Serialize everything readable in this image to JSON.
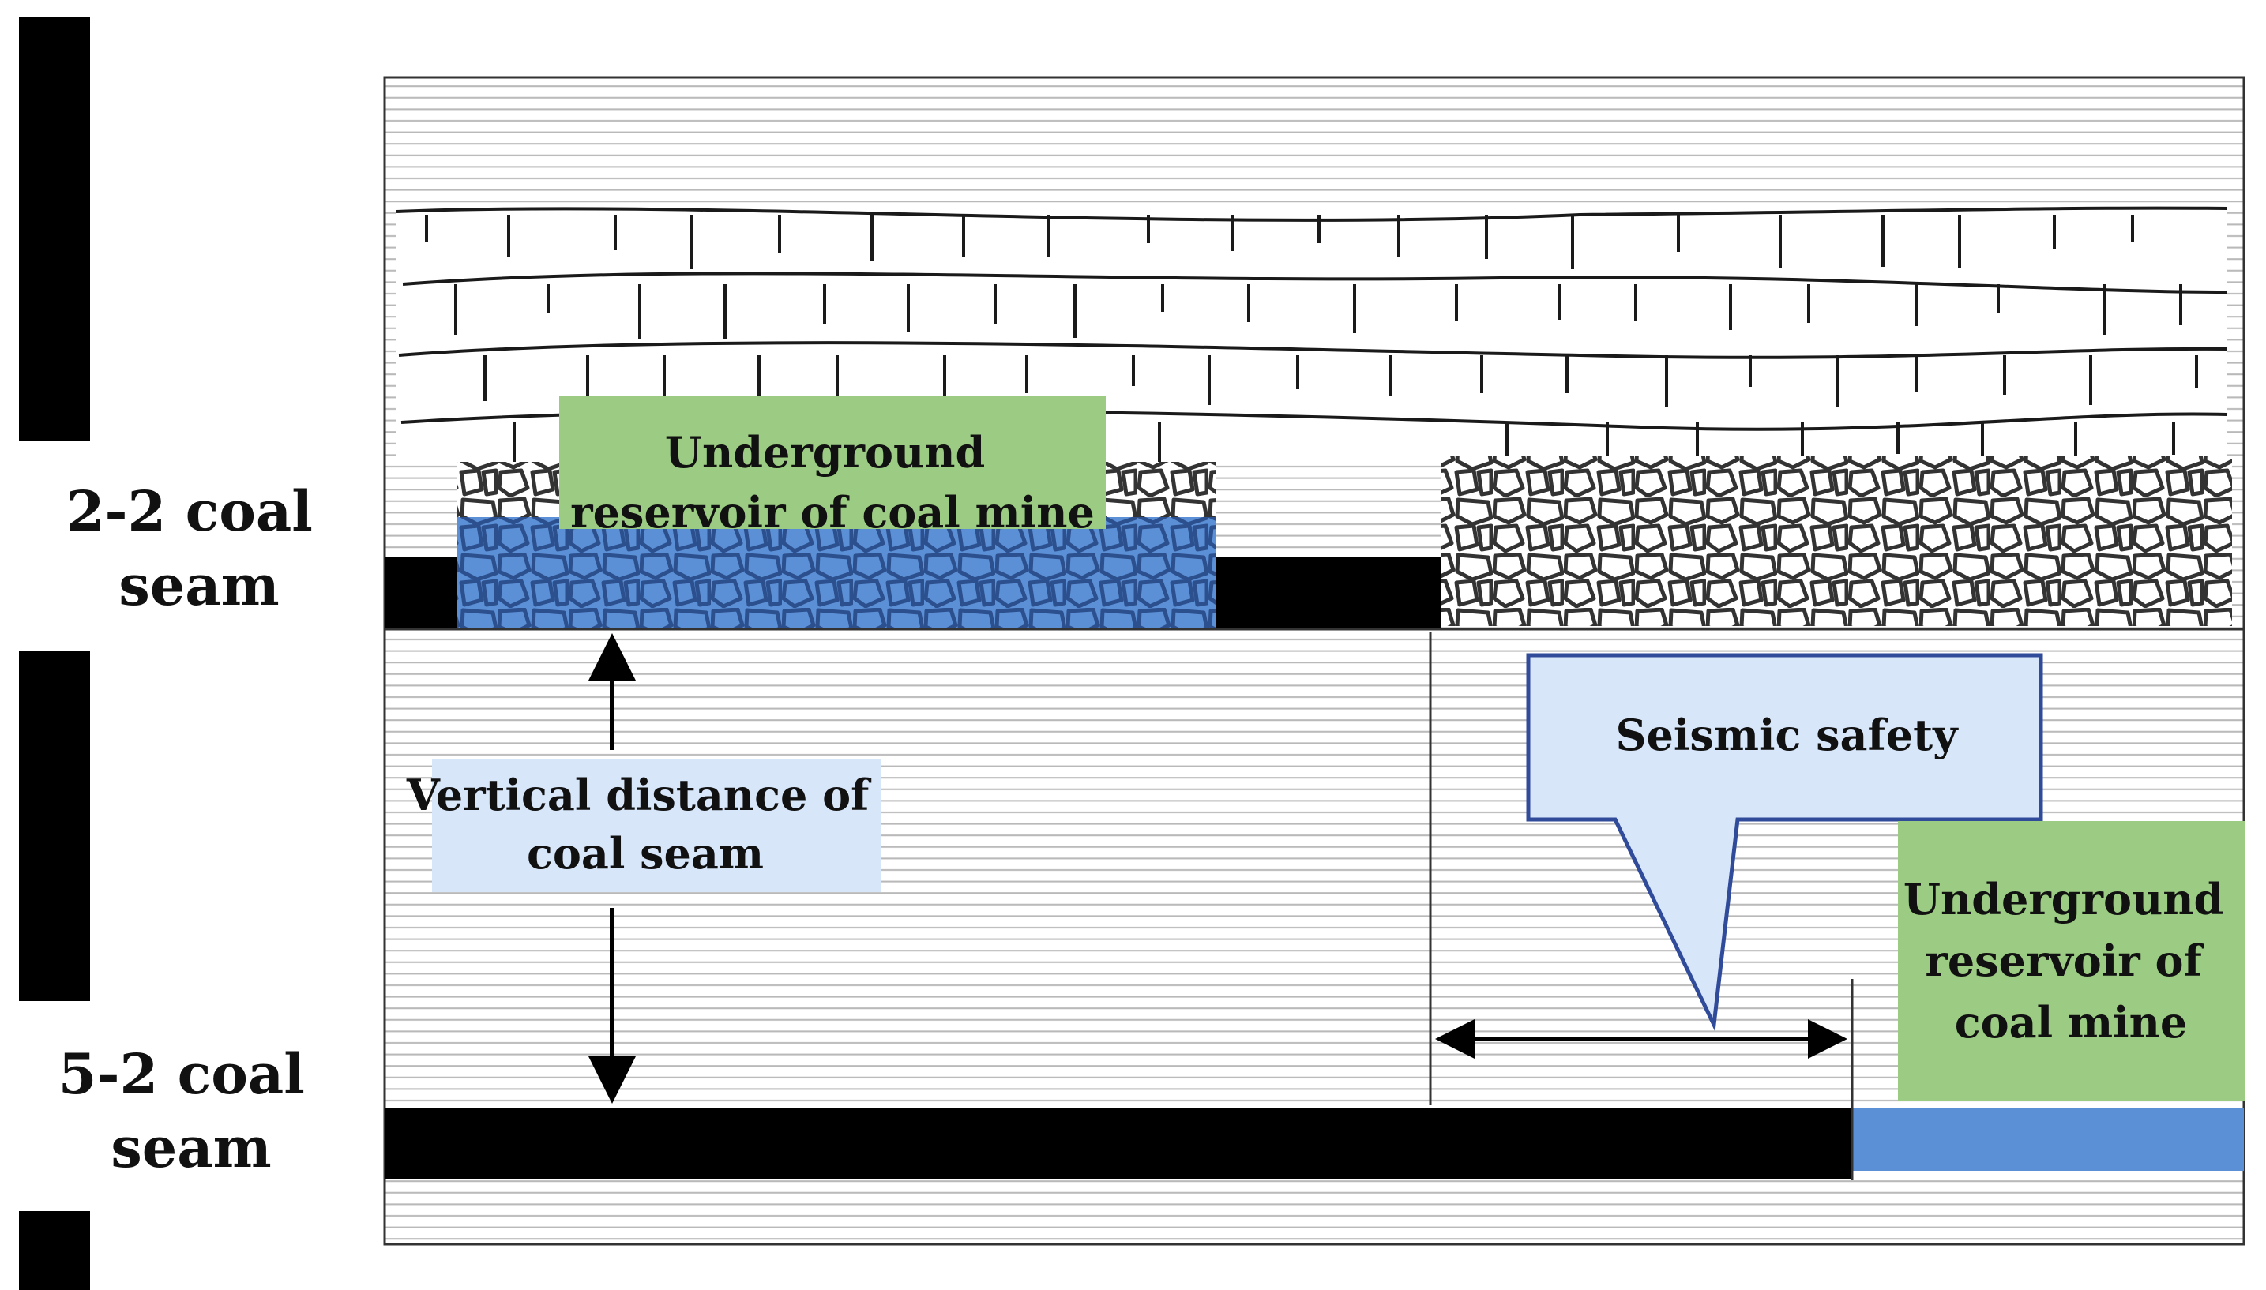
{
  "labels": {
    "seam_upper": [
      "2-2 coal",
      "seam"
    ],
    "seam_lower": [
      "5-2 coal",
      "seam"
    ],
    "reservoir_upper": [
      "Underground",
      "reservoir  of coal mine"
    ],
    "reservoir_lower": [
      "Underground",
      "reservoir  of",
      "coal mine"
    ],
    "vertical_distance": [
      "Vertical distance of",
      "coal seam"
    ],
    "seismic_safety": "Seismic safety"
  },
  "colors": {
    "coal": "#000000",
    "water": "#5b8fd6",
    "green_label": "#9ccc83",
    "blue_label": "#d8e6fa",
    "callout_border": "#2f4b9a",
    "hatch": "#b9b9b9"
  }
}
